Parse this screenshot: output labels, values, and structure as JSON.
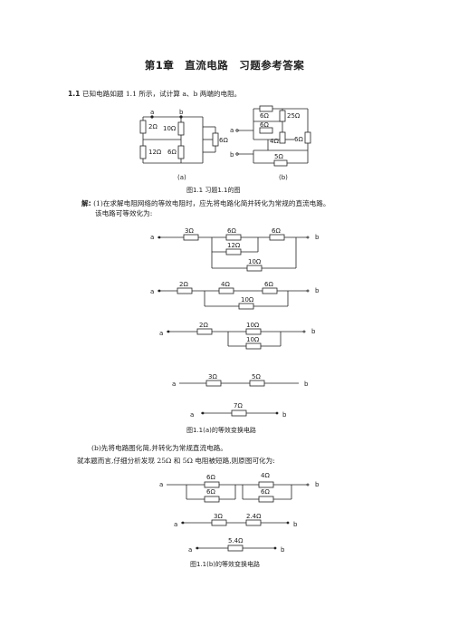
{
  "title": {
    "chapter": "第1章",
    "name": "直流电路",
    "subtitle": "习题参考答案"
  },
  "problem": {
    "number": "1.1",
    "text": "已知电路如题 1.1 所示，试计算 a、b 两端的电阻。"
  },
  "fig_main": {
    "a": {
      "node_a": "a",
      "node_b": "b",
      "r1": "2Ω",
      "r2": "12Ω",
      "r3": "10Ω",
      "r4": "6Ω",
      "r5": "6Ω",
      "label": "(a)"
    },
    "b": {
      "node_a": "a",
      "node_b": "b",
      "r1": "6Ω",
      "r2": "25Ω",
      "r3": "6Ω",
      "r4": "4Ω",
      "r5": "6Ω",
      "r6": "5Ω",
      "label": "(b)"
    },
    "caption": "图1.1    习题1.1的图"
  },
  "solution": {
    "label": "解:",
    "line1": "(1)在求解电阻网络的等效电阻时，应先将电路化简并转化为常规的直流电路。",
    "line2": "该电路可等效化为:"
  },
  "circuits_a": {
    "c1": {
      "a": "a",
      "b": "b",
      "r1": "3Ω",
      "r2": "6Ω",
      "r3": "12Ω",
      "r4": "6Ω",
      "r5": "10Ω"
    },
    "c2": {
      "a": "a",
      "b": "b",
      "r1": "2Ω",
      "r2": "4Ω",
      "r3": "6Ω",
      "r4": "10Ω"
    },
    "c3": {
      "a": "a",
      "b": "b",
      "r1": "2Ω",
      "r2": "10Ω",
      "r3": "10Ω"
    },
    "c4": {
      "a": "a",
      "b": "b",
      "r1": "3Ω",
      "r2": "5Ω"
    },
    "c5": {
      "a": "a",
      "b": "b",
      "r1": "7Ω"
    },
    "caption": "图1.1(a)的等效变换电路"
  },
  "part_b": {
    "line1": "(b)先将电路图化简,并转化为常规直流电路。",
    "line2": "就本题而言,仔细分析发现 25Ω 和 5Ω 电阻被短路,则原图可化为:"
  },
  "circuits_b": {
    "c1": {
      "a": "a",
      "b": "b",
      "r1": "6Ω",
      "r2": "6Ω",
      "r3": "4Ω",
      "r4": "6Ω"
    },
    "c2": {
      "a": "a",
      "b": "b",
      "r1": "3Ω",
      "r2": "2.4Ω"
    },
    "c3": {
      "a": "a",
      "b": "b",
      "r1": "5.4Ω"
    },
    "caption": "图1.1(b)的等效变换电路"
  }
}
